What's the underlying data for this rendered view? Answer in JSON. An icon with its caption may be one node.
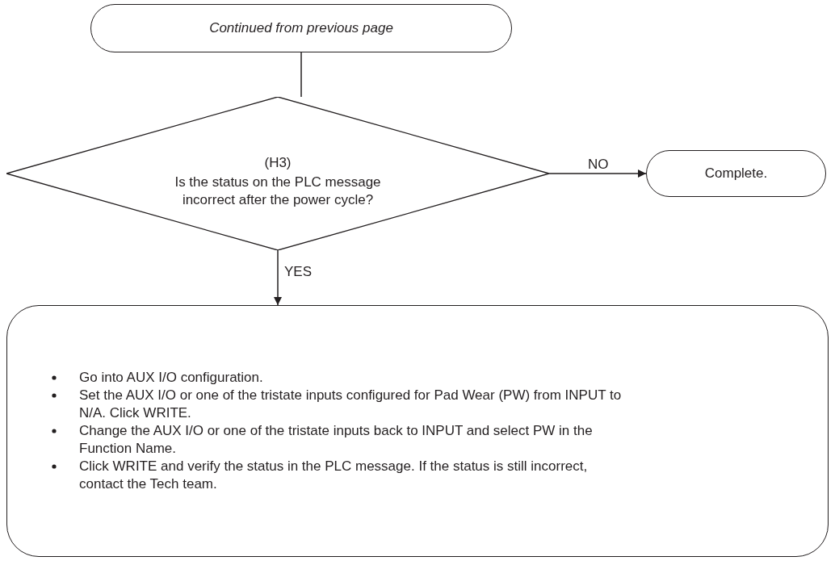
{
  "diagram": {
    "nodes": [
      {
        "text": [
          "Continued from previous page"
        ]
      },
      {
        "text": [
          "(H3)",
          "Is the status on the PLC message incorrect after the power cycle?"
        ]
      },
      {
        "text": [
          "Complete."
        ]
      },
      {
        "text": [
          "Go into AUX I/O configuration.",
          "Set the AUX I/O or one of the tristate inputs configured for Pad Wear (PW) from INPUT to N/A. Click WRITE.",
          "Change the AUX I/O or one of the tristate inputs back to INPUT and select PW in the Function Name.",
          "Click WRITE and verify the status in the PLC message. If the status is still incorrect, contact the Tech team."
        ]
      }
    ],
    "edges": [
      {
        "from": 0,
        "to": 1,
        "arrow": "none"
      },
      {
        "from": 1,
        "to": 2,
        "arrow": "to",
        "label": "NO"
      },
      {
        "from": 1,
        "to": 3,
        "arrow": "to",
        "label": "YES"
      }
    ]
  }
}
